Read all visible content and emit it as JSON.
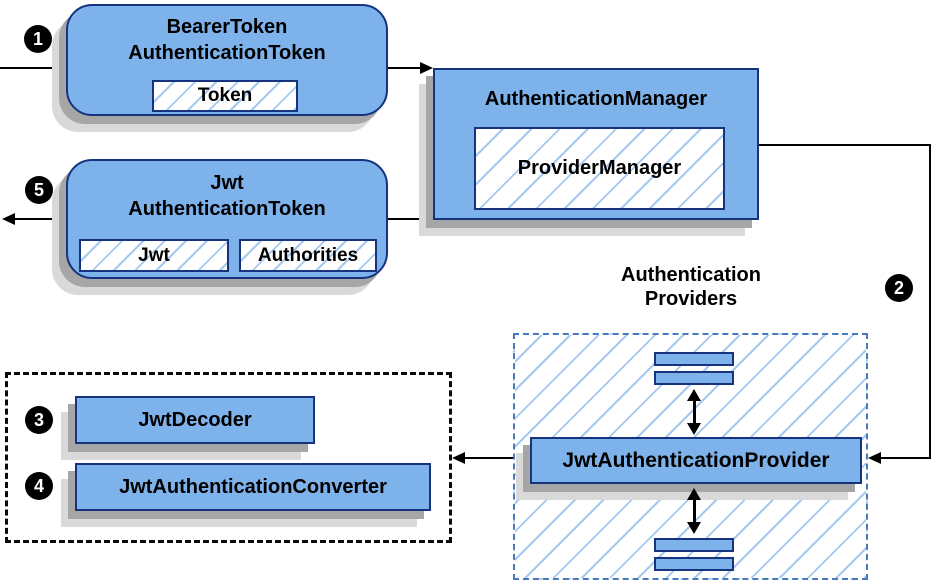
{
  "boxes": {
    "bearer": {
      "line1": "BearerToken",
      "line2": "AuthenticationToken",
      "chip": "Token"
    },
    "manager": {
      "title": "AuthenticationManager",
      "inner": "ProviderManager"
    },
    "jwt": {
      "line1": "Jwt",
      "line2": "AuthenticationToken",
      "chip_jwt": "Jwt",
      "chip_authorities": "Authorities"
    },
    "providers": {
      "label_line1": "Authentication",
      "label_line2": "Providers",
      "provider": "JwtAuthenticationProvider"
    },
    "resolvers": {
      "decoder": "JwtDecoder",
      "converter": "JwtAuthenticationConverter"
    }
  },
  "steps": {
    "s1": "1",
    "s2": "2",
    "s3": "3",
    "s4": "4",
    "s5": "5"
  },
  "colors": {
    "box_fill": "#7eb2ea",
    "box_border": "#16337f",
    "hatch": "#a5c8f0",
    "dashed_blue": "#4679bd",
    "line": "#000000",
    "shadow_dark": "#a6a6a6",
    "shadow_light": "#d9d9d9",
    "badge_bg": "#000000",
    "badge_fg": "#ffffff"
  }
}
